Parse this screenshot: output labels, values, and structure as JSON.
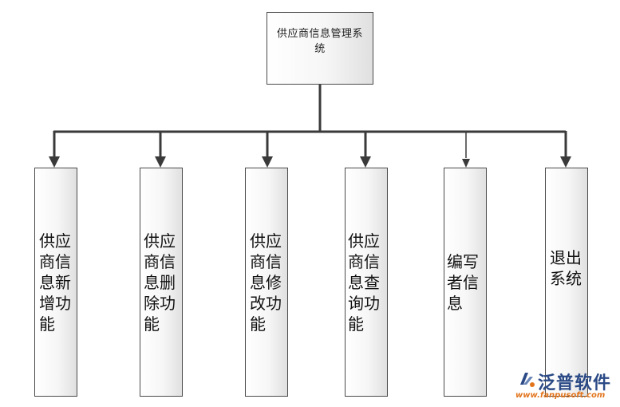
{
  "diagram": {
    "root": {
      "label": "供应商信息管理系统"
    },
    "children": [
      {
        "label": "供应商信息新增功能"
      },
      {
        "label": "供应商信息删除功能"
      },
      {
        "label": "供应商信息修改功能"
      },
      {
        "label": "供应商信息查询功能"
      },
      {
        "label": "编写者信息"
      },
      {
        "label": "退出系统"
      }
    ]
  },
  "watermark": {
    "name": "泛普软件",
    "url": "www.fanpusoft.com",
    "icon": "fanpu-logo-icon",
    "colors": {
      "name": "#2b4a86",
      "url": "#e2741c"
    }
  },
  "colors": {
    "line": "#3a3a3a",
    "border": "#4a4a4a"
  }
}
